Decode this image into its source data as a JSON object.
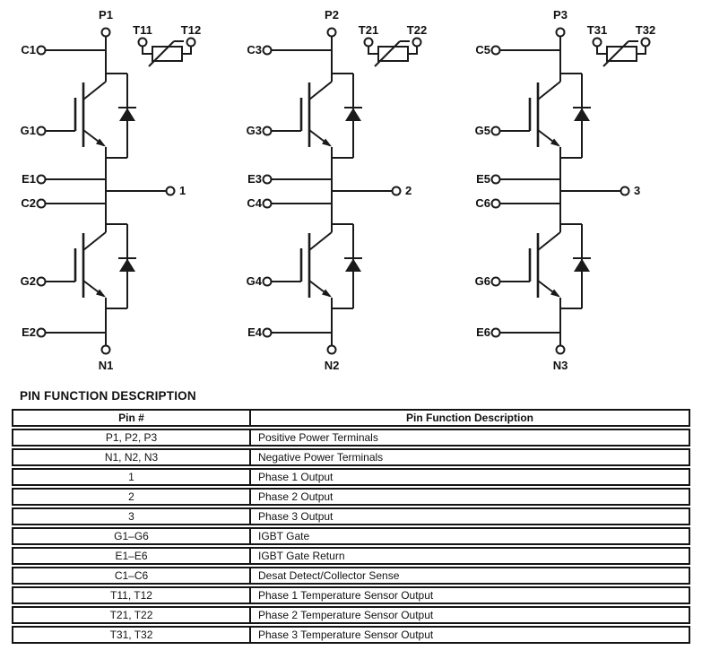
{
  "schematic": {
    "phases": [
      {
        "positive": "P1",
        "negative": "N1",
        "output": "1",
        "upper_collector": "C1",
        "upper_gate": "G1",
        "upper_emitter": "E1",
        "lower_collector": "C2",
        "lower_gate": "G2",
        "lower_emitter": "E2",
        "temp_a": "T11",
        "temp_b": "T12"
      },
      {
        "positive": "P2",
        "negative": "N2",
        "output": "2",
        "upper_collector": "C3",
        "upper_gate": "G3",
        "upper_emitter": "E3",
        "lower_collector": "C4",
        "lower_gate": "G4",
        "lower_emitter": "E4",
        "temp_a": "T21",
        "temp_b": "T22"
      },
      {
        "positive": "P3",
        "negative": "N3",
        "output": "3",
        "upper_collector": "C5",
        "upper_gate": "G5",
        "upper_emitter": "E5",
        "lower_collector": "C6",
        "lower_gate": "G6",
        "lower_emitter": "E6",
        "temp_a": "T31",
        "temp_b": "T32"
      }
    ]
  },
  "pin_table": {
    "title": "PIN FUNCTION DESCRIPTION",
    "headers": [
      "Pin #",
      "Pin Function Description"
    ],
    "rows": [
      [
        "P1, P2, P3",
        "Positive Power Terminals"
      ],
      [
        "N1, N2, N3",
        "Negative Power Terminals"
      ],
      [
        "1",
        "Phase 1 Output"
      ],
      [
        "2",
        "Phase 2 Output"
      ],
      [
        "3",
        "Phase 3 Output"
      ],
      [
        "G1–G6",
        "IGBT Gate"
      ],
      [
        "E1–E6",
        "IGBT Gate Return"
      ],
      [
        "C1–C6",
        "Desat Detect/Collector Sense"
      ],
      [
        "T11, T12",
        "Phase 1 Temperature Sensor Output"
      ],
      [
        "T21, T22",
        "Phase 2 Temperature Sensor Output"
      ],
      [
        "T31, T32",
        "Phase 3 Temperature Sensor Output"
      ]
    ]
  },
  "colors": {
    "line": "#1a1a1a",
    "background": "#ffffff",
    "text": "#111111"
  }
}
